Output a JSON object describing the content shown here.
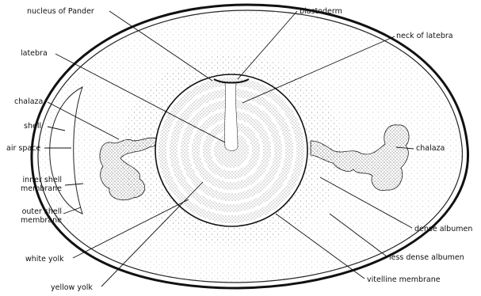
{
  "labels": {
    "nucleus_of_pander": "nucleus of Pander",
    "blastoderm": "blastoderm",
    "neck_of_latebra": "neck of latebra",
    "latebra": "latebra",
    "chalaza_left": "chalaza",
    "shell": "shell",
    "air_space": "air space",
    "inner_shell_membrane": "inner shell membrane",
    "outer_shell_membrane": "outer shell membrane",
    "white_yolk": "white yolk",
    "yellow_yolk": "yellow yolk",
    "vitelline_membrane": "vitelline membrane",
    "less_dense_albumen": "less dense albumen",
    "dense_albumen": "dense albumen",
    "chalaza_right": "chalaza"
  }
}
